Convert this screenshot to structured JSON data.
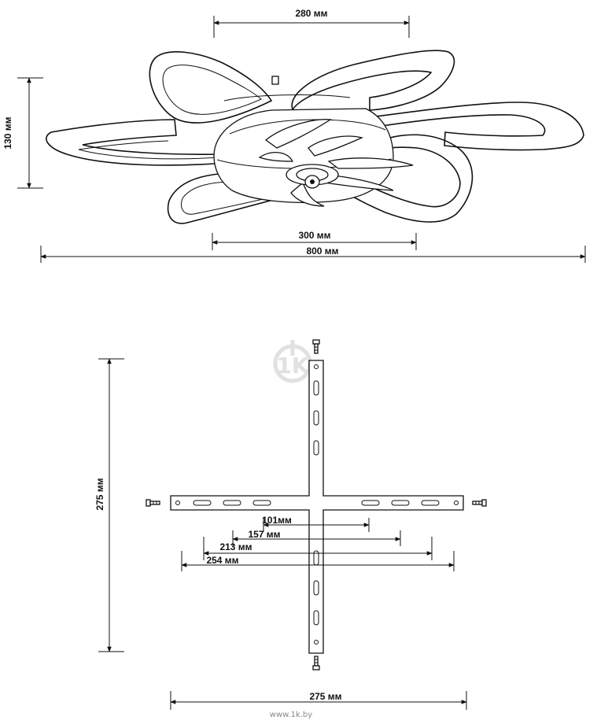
{
  "fan_dims": {
    "top_width": "280 мм",
    "height": "130 мм",
    "body_width": "300 мм",
    "total_width": "800 мм"
  },
  "bracket_dims": {
    "height": "275 мм",
    "d101": "101мм",
    "d157": "157 мм",
    "d213": "213 мм",
    "d254": "254 мм",
    "width": "275 мм"
  },
  "watermark": {
    "logo": "1K",
    "source": "www.1k.by"
  }
}
